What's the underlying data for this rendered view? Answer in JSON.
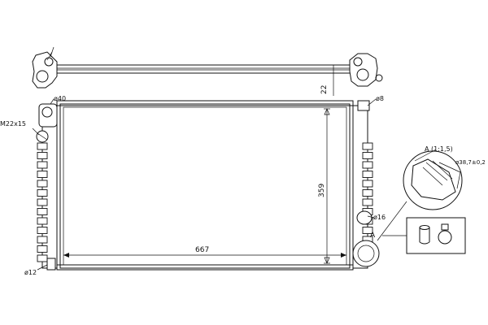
{
  "dimensions": {
    "core_width": "667",
    "core_height": "359",
    "top_depth": "22",
    "inlet_diameter": "ø40",
    "bleed_diameter": "ø8",
    "thread": "M22x15",
    "outlet_diameter": "ø16",
    "drain_diameter": "ø12"
  },
  "detail": {
    "callout_letter": "A",
    "title": "A (1:1,5)",
    "detail_diameter": "ø38,7±0,2"
  }
}
